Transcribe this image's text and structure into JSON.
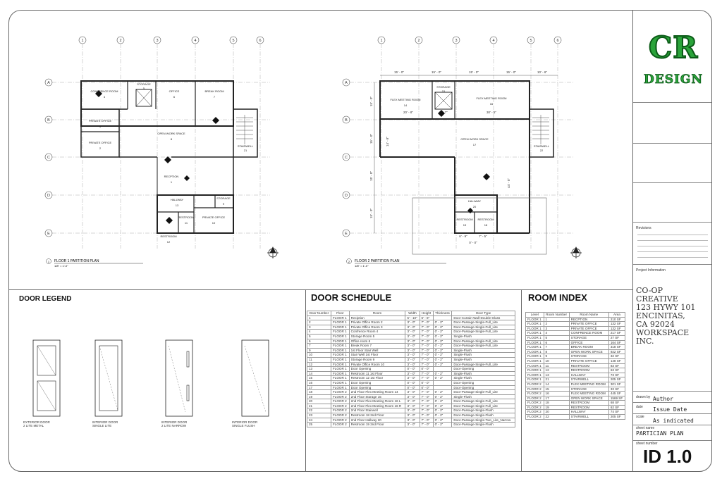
{
  "grid": {
    "columns": [
      "1",
      "2",
      "3",
      "4",
      "5",
      "6"
    ],
    "rows": [
      "A",
      "B",
      "C",
      "D",
      "E"
    ]
  },
  "floor1": {
    "caption_num": "1",
    "caption": "FLOOR 1 PARTITION PLAN",
    "scale": "1/8\" = 1'-0\"",
    "rooms": [
      {
        "name": "CONFRENCE ROOM",
        "num": "4"
      },
      {
        "name": "STORAGE",
        "num": "5"
      },
      {
        "name": "OFFICE",
        "num": "6"
      },
      {
        "name": "BREAK ROOM",
        "num": "7"
      },
      {
        "name": "PRIVATE OFFICE",
        "num": "3"
      },
      {
        "name": "PRIVATE OFFICE",
        "num": "2"
      },
      {
        "name": "OPEN WORK SPACE",
        "num": "8"
      },
      {
        "name": "STAIRWELL",
        "num": "21"
      },
      {
        "name": "RECPTION",
        "num": "1"
      },
      {
        "name": "HALLWAY",
        "num": "13"
      },
      {
        "name": "STORAGE",
        "num": "9"
      },
      {
        "name": "RESTROOM",
        "num": "11"
      },
      {
        "name": "PRIVATE OFFICE",
        "num": "10"
      },
      {
        "name": "RESTROOM",
        "num": "12"
      }
    ]
  },
  "floor2": {
    "caption_num": "2",
    "caption": "FLOOR 2 PARTITION PLAN",
    "scale": "1/8\" = 1'-0\"",
    "rooms": [
      {
        "name": "FLEX MEETING ROOM",
        "num": "14"
      },
      {
        "name": "STORAGE",
        "num": "15"
      },
      {
        "name": "FLEX MEETING ROOM",
        "num": "16"
      },
      {
        "name": "OPEN WORK SPACE",
        "num": "17"
      },
      {
        "name": "STAIRWELL",
        "num": "22"
      },
      {
        "name": "HALLWAY",
        "num": "20"
      },
      {
        "name": "RESTROOM",
        "num": "19"
      },
      {
        "name": "RESTROOM",
        "num": "18"
      }
    ],
    "dims_top": [
      "15' - 0\"",
      "15' - 0\"",
      "15' - 0\"",
      "15' - 0\"",
      "10' - 6\""
    ],
    "dims_left": [
      "15' - 0\"",
      "15' - 0\"",
      "15' - 0\"",
      "15' - 0\""
    ],
    "dims_inner": [
      "20' - 8\"",
      "8' - 7\"",
      "30' - 5\"",
      "14' - 8\"",
      "44' - 5\"",
      "6' - 9\"",
      "7' - 5\"",
      "0' - 0\""
    ]
  },
  "door_legend": {
    "title": "DOOR LEGEND",
    "doors": [
      {
        "caption": "EXTERIOR DOOR\n2 LITE METAL"
      },
      {
        "caption": "INTERIOR DOOR\nSINGLE LITE"
      },
      {
        "caption": "INTERIOR DOOR\n2 LITE NARROW"
      },
      {
        "caption": "INTERIOR DOOR\nSINGLE FLUSH"
      }
    ]
  },
  "door_schedule": {
    "title": "DOOR SCHEDULE",
    "headers": [
      "Door Number",
      "Floor",
      "Room",
      "Width",
      "Height",
      "Thickness",
      "Door Type"
    ],
    "rows": [
      [
        "1",
        "FLOOR 1",
        "Reciption",
        "5' - 10\"",
        "6' - 8\"",
        "",
        "Door-Curtain-Wall-Double-Glass"
      ],
      [
        "2",
        "FLOOR 1",
        "Private Office Room 2",
        "3' - 0\"",
        "7' - 0\"",
        "0' - 2\"",
        "Door-Passage-Single-Full_Lite"
      ],
      [
        "3",
        "FLOOR 1",
        "Private Office Room 3",
        "3' - 0\"",
        "7' - 0\"",
        "0' - 2\"",
        "Door-Passage-Single-Full_Lite"
      ],
      [
        "4",
        "FLOOR 1",
        "Confrence Room 4",
        "3' - 0\"",
        "7' - 0\"",
        "0' - 2\"",
        "Door-Passage-Single-Full_Lite"
      ],
      [
        "5",
        "FLOOR 1",
        "Storage Room 5",
        "3' - 0\"",
        "7' - 0\"",
        "0' - 2\"",
        "Single-Flush"
      ],
      [
        "6",
        "FLOOR 1",
        "Office room 6",
        "3' - 0\"",
        "7' - 0\"",
        "0' - 2\"",
        "Door-Passage-Single-Full_Lite"
      ],
      [
        "7",
        "FLOOR 1",
        "Break Room 7",
        "3' - 0\"",
        "7' - 0\"",
        "0' - 2\"",
        "Door-Passage-Single-Full_Lite"
      ],
      [
        "9",
        "FLOOR 1",
        "1st Floor Stair Well",
        "3' - 0\"",
        "7' - 0\"",
        "0' - 2\"",
        "Single-Flush"
      ],
      [
        "10",
        "FLOOR 1",
        "Stair Well 1st Floor",
        "3' - 0\"",
        "7' - 0\"",
        "0' - 2\"",
        "Single-Flush"
      ],
      [
        "11",
        "FLOOR 1",
        "Storage Room 9",
        "3' - 0\"",
        "7' - 0\"",
        "0' - 2\"",
        "Single-Flush"
      ],
      [
        "12",
        "FLOOR 1",
        "Private Office Room 10",
        "3' - 0\"",
        "7' - 0\"",
        "0' - 2\"",
        "Door-Passage-Single-Full_Lite"
      ],
      [
        "13",
        "FLOOR 1",
        "Door Opening",
        "0' - 0\"",
        "0' - 0\"",
        "",
        "Door-Opening"
      ],
      [
        "14",
        "FLOOR 1",
        "Restroom 11 1st Floor",
        "3' - 0\"",
        "7' - 0\"",
        "0' - 2\"",
        "Single-Flush"
      ],
      [
        "15",
        "FLOOR 1",
        "Restroom 12 1st Floor",
        "3' - 0\"",
        "7' - 0\"",
        "0' - 2\"",
        "Single-Flush"
      ],
      [
        "16",
        "FLOOR 1",
        "Door Opening",
        "0' - 0\"",
        "0' - 0\"",
        "",
        "Door-Opening"
      ],
      [
        "17",
        "FLOOR 1",
        "Door Opening",
        "0' - 0\"",
        "0' - 0\"",
        "",
        "Door-Opening"
      ],
      [
        "18",
        "FLOOR 2",
        "2nd Floor Flex Meeting Room 14",
        "3' - 0\"",
        "7' - 0\"",
        "0' - 2\"",
        "Door-Passage-Single-Full_Lite"
      ],
      [
        "19",
        "FLOOR 2",
        "2nd Floor Storage 15",
        "3' - 0\"",
        "7' - 0\"",
        "0' - 2\"",
        "Single-Flush"
      ],
      [
        "20",
        "FLOOR 2",
        "2nd Floor Flex Meeting Room 16 L",
        "3' - 0\"",
        "7' - 0\"",
        "0' - 2\"",
        "Door-Passage-Single-Full_Lite"
      ],
      [
        "21",
        "FLOOR 2",
        "2nd Floor Flex Meeting Room 16 R",
        "3' - 0\"",
        "7' - 0\"",
        "0' - 2\"",
        "Door-Passage-Single-Full_Lite"
      ],
      [
        "22",
        "FLOOR 2",
        "2nd Floor Stairwell",
        "3' - 0\"",
        "7' - 0\"",
        "0' - 2\"",
        "Door-Passage-Single-Flush"
      ],
      [
        "23",
        "FLOOR 2",
        "Restroom 18 2nd Floor",
        "3' - 0\"",
        "7' - 0\"",
        "0' - 2\"",
        "Door-Passage-Single-Flush"
      ],
      [
        "24",
        "FLOOR 2",
        "2nd Floor Hallway 20",
        "3' - 0\"",
        "7' - 0\"",
        "0' - 2\"",
        "Door-Passage-Single-Two_Lite_Narrow"
      ],
      [
        "25",
        "FLOOR 2",
        "Restroom 19 2nd Floor",
        "3' - 0\"",
        "7' - 0\"",
        "0' - 2\"",
        "Door-Passage-Single-Flush"
      ]
    ]
  },
  "room_index": {
    "title": "ROOM INDEX",
    "headers": [
      "Level",
      "Room Number",
      "Room Name",
      "Area"
    ],
    "rows": [
      [
        "FLOOR 1",
        "1",
        "RECPTION",
        "210 SF"
      ],
      [
        "FLOOR 1",
        "2",
        "PRIVATE OFFICE",
        "132 SF"
      ],
      [
        "FLOOR 1",
        "3",
        "PRIVATE OFFICE",
        "132 SF"
      ],
      [
        "FLOOR 1",
        "4",
        "CONFRENCE ROOM",
        "217 SF"
      ],
      [
        "FLOOR 1",
        "5",
        "STORAGE",
        "27 SF"
      ],
      [
        "FLOOR 1",
        "6",
        "OFFICE",
        "164 SF"
      ],
      [
        "FLOOR 1",
        "7",
        "BREAK ROOM",
        "318 SF"
      ],
      [
        "FLOOR 1",
        "8",
        "OPEN WORK SPACE",
        "922 SF"
      ],
      [
        "FLOOR 1",
        "9",
        "STORAGE",
        "32 SF"
      ],
      [
        "FLOOR 1",
        "10",
        "PRIVATE OFFICE",
        "148 SF"
      ],
      [
        "FLOOR 1",
        "11",
        "RESTROOM",
        "83 SF"
      ],
      [
        "FLOOR 1",
        "12",
        "RESTROOM",
        "63 SF"
      ],
      [
        "FLOOR 1",
        "13",
        "HALLWAY",
        "73 SF"
      ],
      [
        "FLOOR 1",
        "21",
        "STAIRWELL",
        "205 SF"
      ],
      [
        "FLOOR 2",
        "14",
        "FLEX MEETING ROOM",
        "301 SF"
      ],
      [
        "FLOOR 2",
        "15",
        "STORAGE",
        "33 SF"
      ],
      [
        "FLOOR 2",
        "16",
        "FLEX MEETING ROOM",
        "445 SF"
      ],
      [
        "FLOOR 2",
        "17",
        "OPEN WORK SPACE",
        "1569 SF"
      ],
      [
        "FLOOR 2",
        "18",
        "RESTROOM",
        "68 SF"
      ],
      [
        "FLOOR 2",
        "19",
        "RESTROOM",
        "62 SF"
      ],
      [
        "FLOOR 2",
        "20",
        "HALLWAY",
        "74 SF"
      ],
      [
        "FLOOR 2",
        "22",
        "STAIRWELL",
        "205 SF"
      ]
    ]
  },
  "title_block": {
    "logo_top": "CR",
    "logo_bottom": "DESIGN",
    "revisions_label": "Revisions",
    "project_info_label": "Project Information",
    "project_name": "CO-OP\nCREATIVE\n123 HYWY 101\nENCINITAS,\nCA 92024\nWORKSPACE\nINC.",
    "drawn_by_label": "drawn by",
    "drawn_by": "Author",
    "date_label": "date",
    "date": "Issue Date",
    "scale_label": "scale",
    "scale": "As indicated",
    "sheet_name_label": "sheet name",
    "sheet_name": "PARTICIAN PLAN",
    "sheet_number_label": "sheet number",
    "sheet_number": "ID 1.0"
  }
}
